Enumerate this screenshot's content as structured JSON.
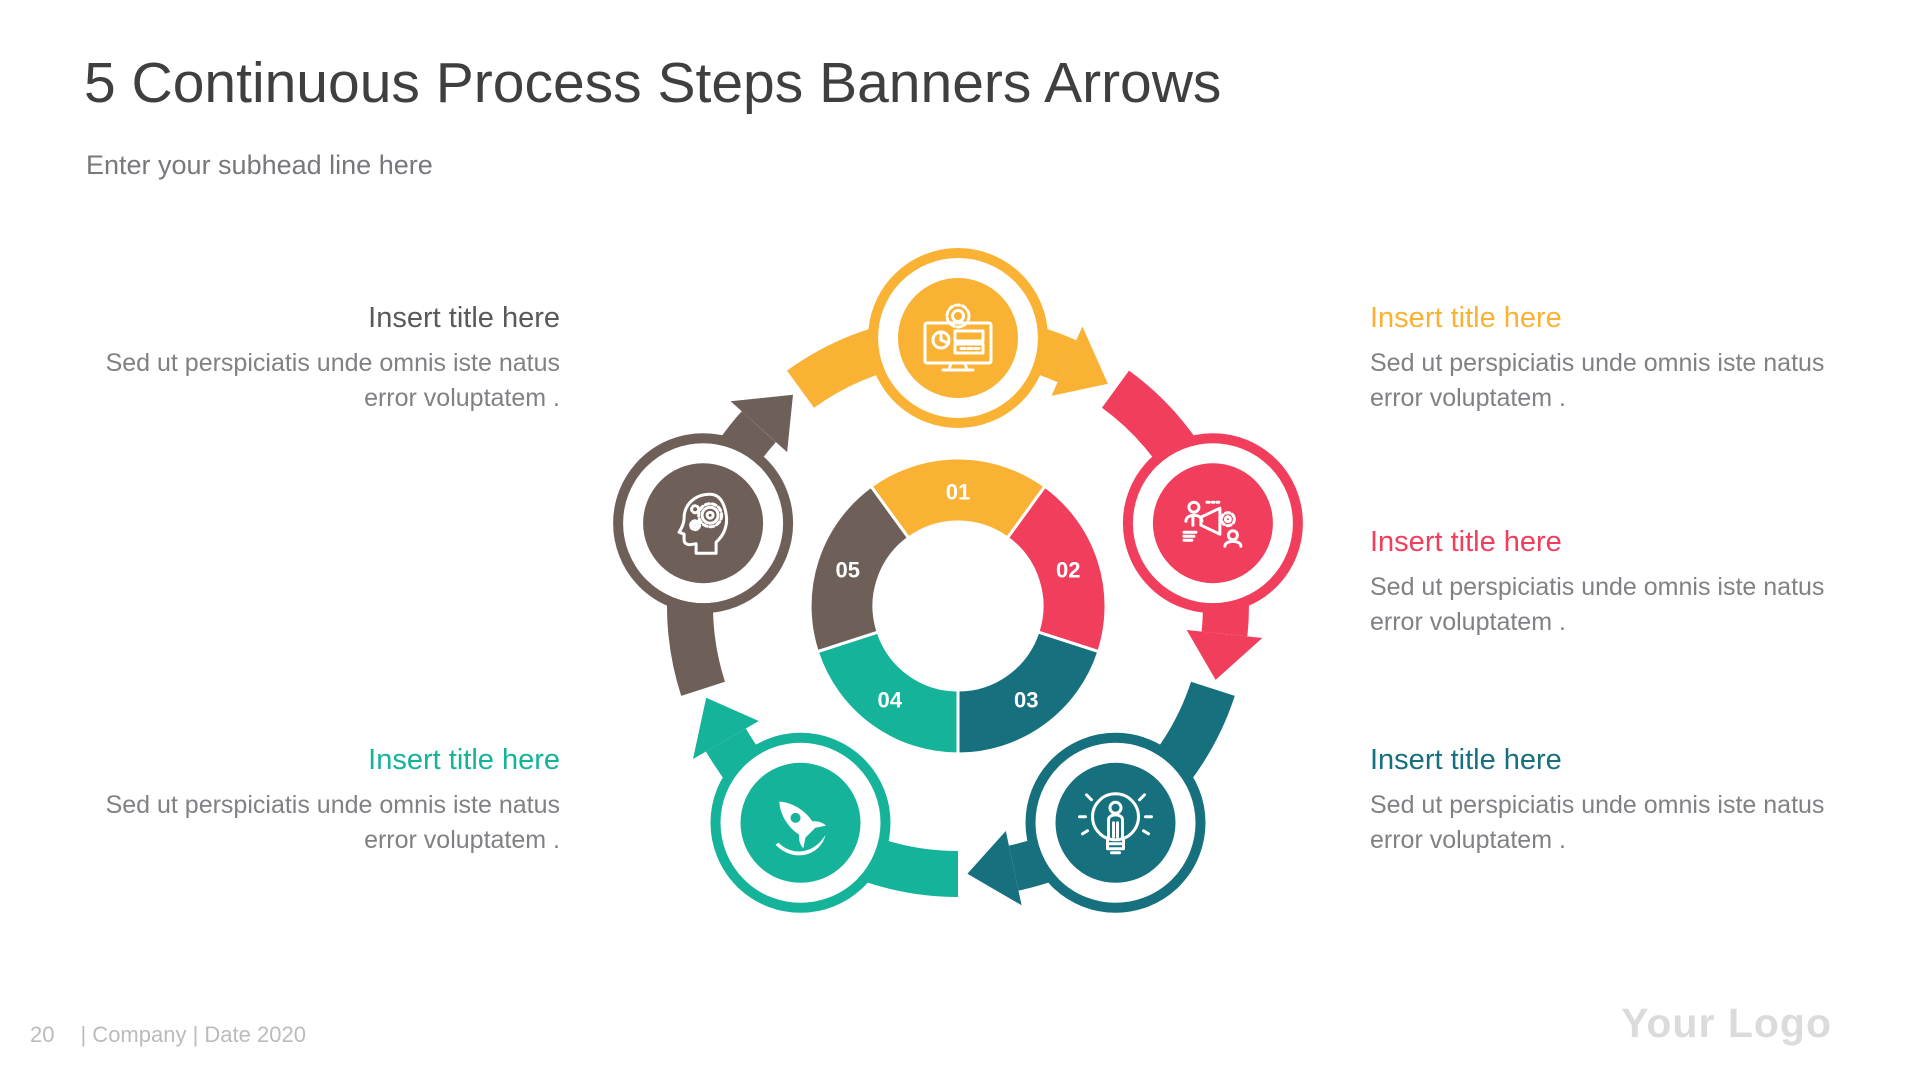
{
  "slide": {
    "title": "5 Continuous Process Steps Banners Arrows",
    "subtitle": "Enter your subhead line here"
  },
  "steps": [
    {
      "number": "01",
      "color": "#F9B233",
      "icon": "dashboard-monitor-gear-icon"
    },
    {
      "number": "02",
      "color": "#F03E5C",
      "icon": "megaphone-announcement-icon"
    },
    {
      "number": "03",
      "color": "#16707E",
      "icon": "idea-person-lightbulb-icon"
    },
    {
      "number": "04",
      "color": "#14B39A",
      "icon": "rocket-launch-icon"
    },
    {
      "number": "05",
      "color": "#6E6059",
      "icon": "thinking-head-gears-icon"
    }
  ],
  "callouts": [
    {
      "position": "left-top",
      "title": "Insert title here",
      "title_color": "#58595B",
      "body": "Sed ut perspiciatis unde omnis iste natus error voluptatem ."
    },
    {
      "position": "right-top",
      "title": "Insert title here",
      "title_color": "#F9B233",
      "body": "Sed ut perspiciatis unde omnis iste natus error voluptatem ."
    },
    {
      "position": "right-middle",
      "title": "Insert title here",
      "title_color": "#F03E5C",
      "body": "Sed ut perspiciatis unde omnis iste natus error voluptatem ."
    },
    {
      "position": "right-bottom",
      "title": "Insert title here",
      "title_color": "#16707E",
      "body": "Sed ut perspiciatis unde omnis iste natus error voluptatem ."
    },
    {
      "position": "left-bottom",
      "title": "Insert title here",
      "title_color": "#14B39A",
      "body": "Sed ut perspiciatis unde omnis iste natus error voluptatem ."
    }
  ],
  "footer": {
    "page_number": "20",
    "meta": "| Company  | Date 2020"
  },
  "logo": {
    "text": "Your Logo"
  }
}
